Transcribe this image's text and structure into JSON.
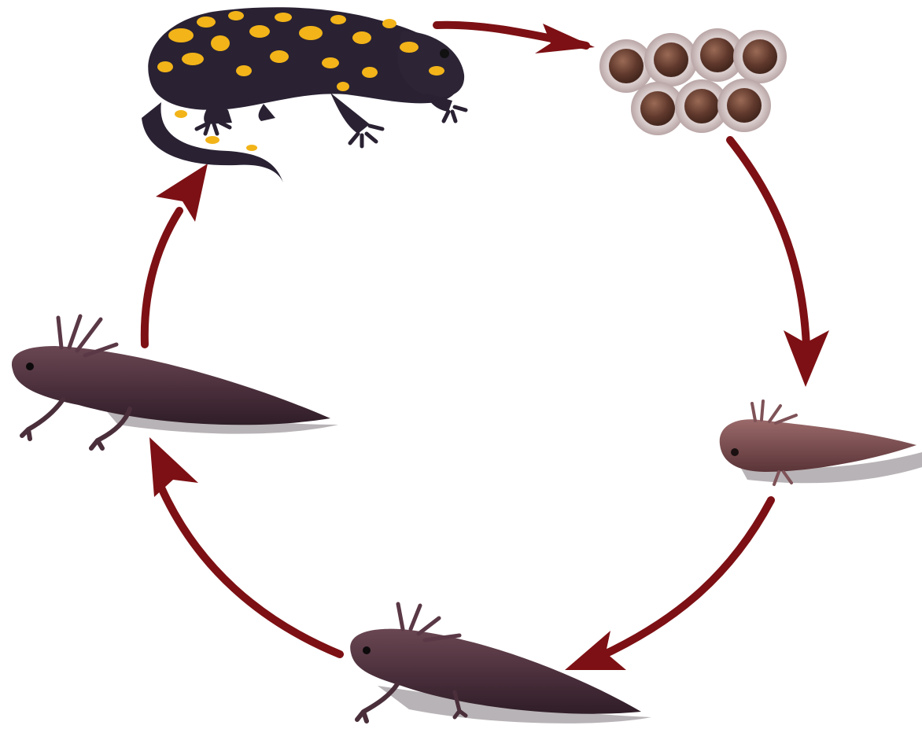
{
  "diagram": {
    "kind": "life-cycle",
    "direction": "clockwise",
    "colors": {
      "background": "#ffffff",
      "arrow": "#7d1014",
      "adult_body": "#2a2233",
      "adult_spots": "#f2b419",
      "egg_jelly": "#cdbcbc",
      "egg_yolk": "#5e372b",
      "larva_body": "#4e3340",
      "larva_light": "#7b4f57",
      "shadow": "#b8b3b6"
    },
    "stages": [
      {
        "id": "adult",
        "icon": "adult-fire-salamander-icon"
      },
      {
        "id": "eggs",
        "icon": "egg-cluster-icon",
        "egg_count": 7
      },
      {
        "id": "hatchling",
        "icon": "hatchling-larva-icon"
      },
      {
        "id": "larva",
        "icon": "gilled-larva-icon"
      },
      {
        "id": "juvenile",
        "icon": "juvenile-with-legs-icon"
      }
    ],
    "arrows": [
      {
        "from": "adult",
        "to": "eggs"
      },
      {
        "from": "eggs",
        "to": "hatchling"
      },
      {
        "from": "hatchling",
        "to": "larva"
      },
      {
        "from": "larva",
        "to": "juvenile"
      },
      {
        "from": "juvenile",
        "to": "adult"
      }
    ]
  }
}
